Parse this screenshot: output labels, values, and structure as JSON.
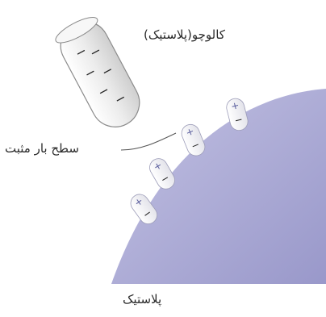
{
  "labels": {
    "rod": "کالوچو(پلاستیک)",
    "surface": "سطح بار مثبت",
    "plastic": "پلاستیک"
  },
  "symbols": {
    "negative": "−",
    "positive": "+"
  },
  "colors": {
    "plastic_fill": "#a7a6d2",
    "rod_fill": "#ececec",
    "charge_positive": "#5b5f9e",
    "charge_negative": "#222222"
  }
}
